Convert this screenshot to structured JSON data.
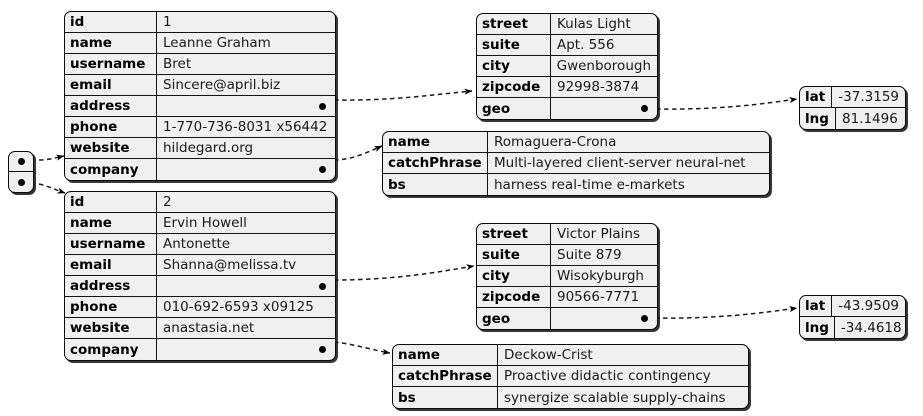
{
  "diagram": {
    "type": "json-object-graph",
    "background": "#ffffff",
    "node_fill": "#f0f0f0",
    "stroke": "#0a0a0a",
    "ref_marker": "reference-dot"
  },
  "root": {
    "name": "root-array",
    "slots": [
      "ref",
      "ref"
    ]
  },
  "nodes": {
    "user1": {
      "name": "user-1-object",
      "rows": [
        {
          "key": "id",
          "value": "1",
          "ref": false
        },
        {
          "key": "name",
          "value": "Leanne Graham",
          "ref": false
        },
        {
          "key": "username",
          "value": "Bret",
          "ref": false
        },
        {
          "key": "email",
          "value": "Sincere@april.biz",
          "ref": false
        },
        {
          "key": "address",
          "value": "",
          "ref": true
        },
        {
          "key": "phone",
          "value": "1-770-736-8031 x56442",
          "ref": false
        },
        {
          "key": "website",
          "value": "hildegard.org",
          "ref": false
        },
        {
          "key": "company",
          "value": "",
          "ref": true
        }
      ]
    },
    "user2": {
      "name": "user-2-object",
      "rows": [
        {
          "key": "id",
          "value": "2",
          "ref": false
        },
        {
          "key": "name",
          "value": "Ervin Howell",
          "ref": false
        },
        {
          "key": "username",
          "value": "Antonette",
          "ref": false
        },
        {
          "key": "email",
          "value": "Shanna@melissa.tv",
          "ref": false
        },
        {
          "key": "address",
          "value": "",
          "ref": true
        },
        {
          "key": "phone",
          "value": "010-692-6593 x09125",
          "ref": false
        },
        {
          "key": "website",
          "value": "anastasia.net",
          "ref": false
        },
        {
          "key": "company",
          "value": "",
          "ref": true
        }
      ]
    },
    "address1": {
      "name": "address-1-object",
      "rows": [
        {
          "key": "street",
          "value": "Kulas Light",
          "ref": false
        },
        {
          "key": "suite",
          "value": "Apt. 556",
          "ref": false
        },
        {
          "key": "city",
          "value": "Gwenborough",
          "ref": false
        },
        {
          "key": "zipcode",
          "value": "92998-3874",
          "ref": false
        },
        {
          "key": "geo",
          "value": "",
          "ref": true
        }
      ]
    },
    "address2": {
      "name": "address-2-object",
      "rows": [
        {
          "key": "street",
          "value": "Victor Plains",
          "ref": false
        },
        {
          "key": "suite",
          "value": "Suite 879",
          "ref": false
        },
        {
          "key": "city",
          "value": "Wisokyburgh",
          "ref": false
        },
        {
          "key": "zipcode",
          "value": "90566-7771",
          "ref": false
        },
        {
          "key": "geo",
          "value": "",
          "ref": true
        }
      ]
    },
    "geo1": {
      "name": "geo-1-object",
      "rows": [
        {
          "key": "lat",
          "value": "-37.3159",
          "ref": false
        },
        {
          "key": "lng",
          "value": "81.1496",
          "ref": false
        }
      ]
    },
    "geo2": {
      "name": "geo-2-object",
      "rows": [
        {
          "key": "lat",
          "value": "-43.9509",
          "ref": false
        },
        {
          "key": "lng",
          "value": "-34.4618",
          "ref": false
        }
      ]
    },
    "company1": {
      "name": "company-1-object",
      "rows": [
        {
          "key": "name",
          "value": "Romaguera-Crona",
          "ref": false
        },
        {
          "key": "catchPhrase",
          "value": "Multi-layered client-server neural-net",
          "ref": false
        },
        {
          "key": "bs",
          "value": "harness real-time e-markets",
          "ref": false
        }
      ]
    },
    "company2": {
      "name": "company-2-object",
      "rows": [
        {
          "key": "name",
          "value": "Deckow-Crist",
          "ref": false
        },
        {
          "key": "catchPhrase",
          "value": "Proactive didactic contingency",
          "ref": false
        },
        {
          "key": "bs",
          "value": "synergize scalable supply-chains",
          "ref": false
        }
      ]
    }
  }
}
